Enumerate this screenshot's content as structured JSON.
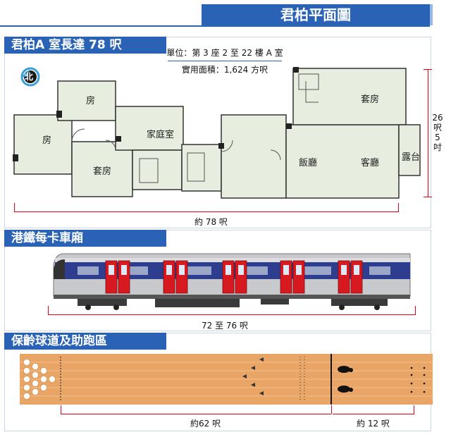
{
  "header": {
    "title": "君柏平面圖"
  },
  "floorplan": {
    "section_title": "君柏A 室長達 78 呎",
    "info": {
      "unit": "單位：第 3 座 2 至 22 樓 A 室",
      "area": "實用面積：1,624 方呎"
    },
    "compass": "北",
    "rooms": [
      "房",
      "房",
      "家庭室",
      "套房",
      "套房",
      "飯廳",
      "客廳",
      "露台"
    ],
    "width_label": "約 78 呎",
    "height_label": [
      "26",
      "呎",
      "5",
      "吋"
    ]
  },
  "train": {
    "section_title": "港鐵每卡車廂",
    "length_label": "72 至 76 呎"
  },
  "bowling": {
    "section_title": "保齡球道及助跑區",
    "lane_label": "約62 呎",
    "approach_label": "約 12 呎"
  },
  "colors": {
    "brand_blue": "#2a63b6",
    "dimension_red": "#e60012",
    "wood": "#e8a565",
    "room_fill": "#e7eddf"
  }
}
